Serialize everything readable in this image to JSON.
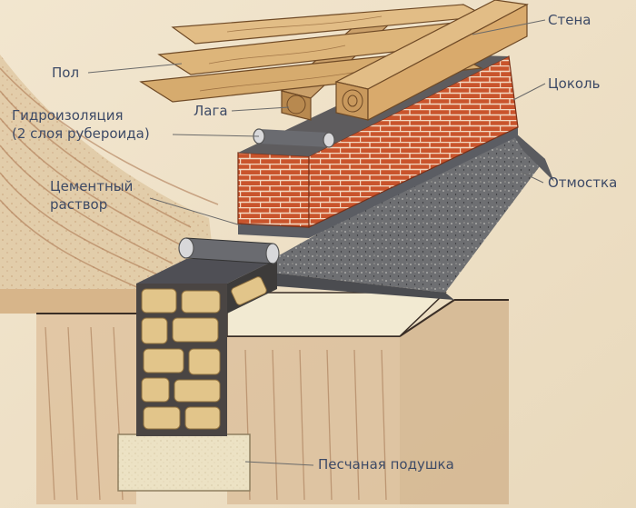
{
  "labels": {
    "wall": "Стена",
    "floor": "Пол",
    "plinth": "Цоколь",
    "joist": "Лага",
    "waterproofing_line1": "Гидроизоляция",
    "waterproofing_line2": "(2 слоя рубероида)",
    "blind_area": "Отмостка",
    "mortar_line1": "Цементный",
    "mortar_line2": "раствор",
    "sand_cushion": "Песчаная подушка"
  },
  "colors": {
    "brick": "#c9542c",
    "mortar_joint": "#f3d9c2",
    "wood": "#d9a86a",
    "bitumen": "#5b5d63",
    "sand": "#e8dcb8",
    "stone": "#e2c58a",
    "label_text": "#3d4a66"
  }
}
